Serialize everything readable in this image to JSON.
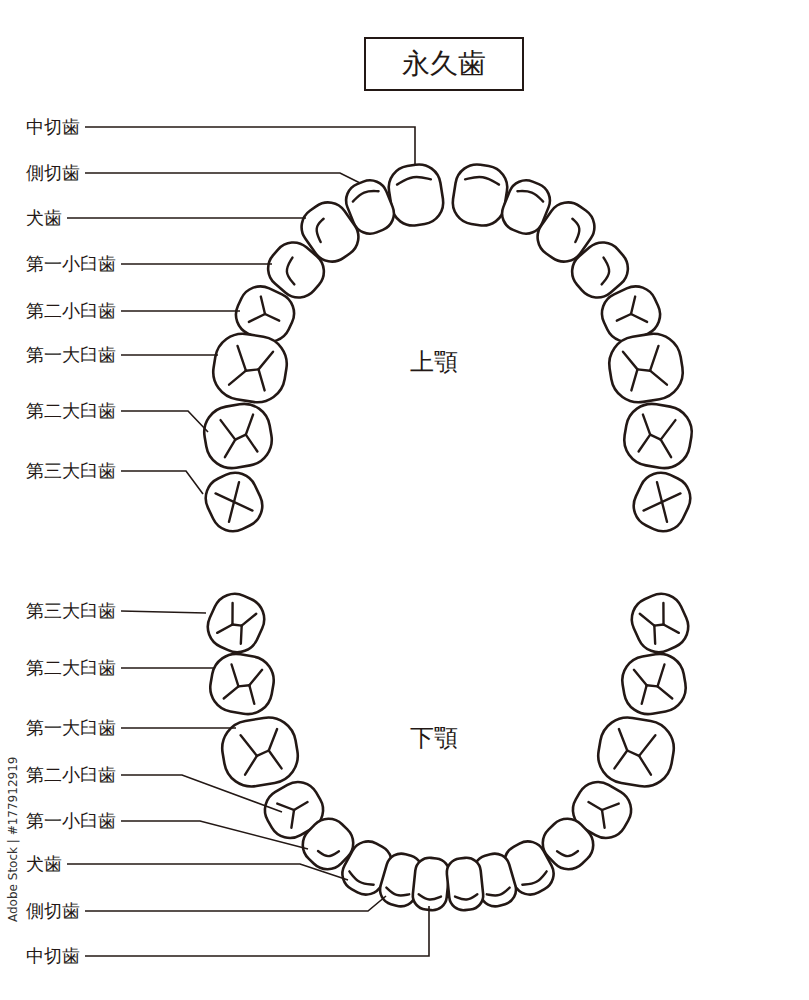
{
  "diagram": {
    "title": "永久歯",
    "labels": [
      "中切歯",
      "側切歯",
      "犬歯",
      "第一小臼歯",
      "第二小臼歯",
      "第一大臼歯",
      "第二大臼歯",
      "第三大臼歯",
      "上顎",
      "第三大臼歯",
      "第二大臼歯",
      "第一大臼歯",
      "第二小臼歯",
      "第一小臼歯",
      "犬歯",
      "側切歯",
      "中切歯",
      "下顎",
      "Adobe Stock | #177912919"
    ]
  }
}
